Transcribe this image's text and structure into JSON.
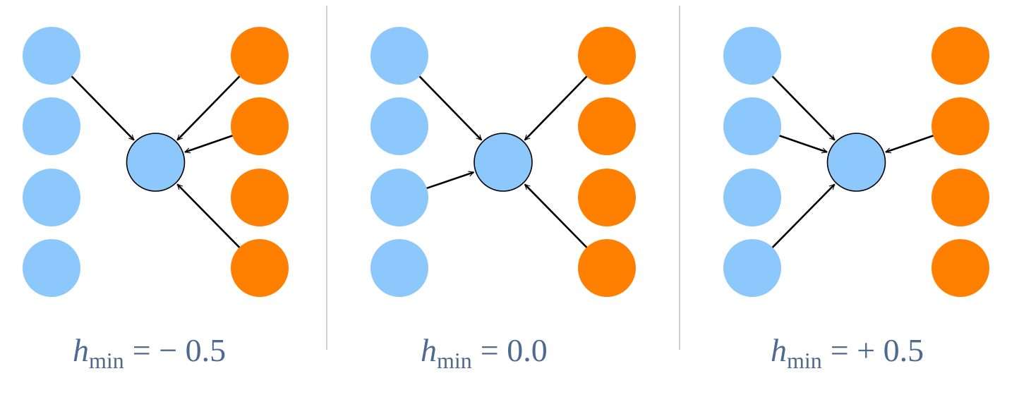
{
  "colors": {
    "node_blue": "#8cc8fb",
    "node_orange": "#ff8000",
    "caption_text": "#4f6a8f",
    "edge": "#000000",
    "divider": "#b0b0b0"
  },
  "panels": [
    {
      "caption": {
        "variable": "h",
        "subscript": "min",
        "rest": "= − 0.5"
      },
      "left_nodes": 4,
      "right_nodes": 4,
      "edges": [
        {
          "from_side": "left",
          "from_index": 0
        },
        {
          "from_side": "right",
          "from_index": 0
        },
        {
          "from_side": "right",
          "from_index": 1
        },
        {
          "from_side": "right",
          "from_index": 3
        }
      ]
    },
    {
      "caption": {
        "variable": "h",
        "subscript": "min",
        "rest": "= 0.0"
      },
      "left_nodes": 4,
      "right_nodes": 4,
      "edges": [
        {
          "from_side": "left",
          "from_index": 0
        },
        {
          "from_side": "left",
          "from_index": 2
        },
        {
          "from_side": "right",
          "from_index": 0
        },
        {
          "from_side": "right",
          "from_index": 3
        }
      ]
    },
    {
      "caption": {
        "variable": "h",
        "subscript": "min",
        "rest": "= + 0.5"
      },
      "left_nodes": 4,
      "right_nodes": 4,
      "edges": [
        {
          "from_side": "left",
          "from_index": 0
        },
        {
          "from_side": "left",
          "from_index": 1
        },
        {
          "from_side": "left",
          "from_index": 3
        },
        {
          "from_side": "right",
          "from_index": 1
        }
      ]
    }
  ]
}
